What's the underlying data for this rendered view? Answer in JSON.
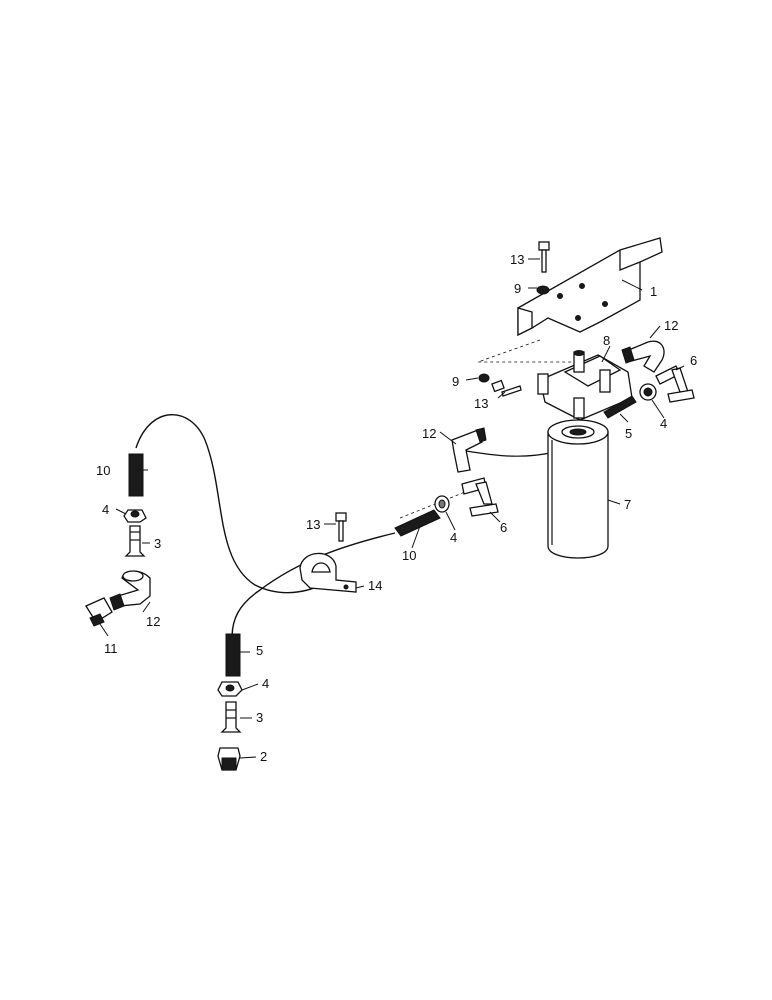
{
  "callouts": {
    "c1": "1",
    "c2": "2",
    "c3a": "3",
    "c3b": "3",
    "c4a": "4",
    "c4b": "4",
    "c4c": "4",
    "c4d": "4",
    "c5a": "5",
    "c5b": "5",
    "c6a": "6",
    "c6b": "6",
    "c7": "7",
    "c8": "8",
    "c9a": "9",
    "c9b": "9",
    "c10a": "10",
    "c10b": "10",
    "c11": "11",
    "c12a": "12",
    "c12b": "12",
    "c12c": "12",
    "c13a": "13",
    "c13b": "13",
    "c13c": "13",
    "c14": "14"
  }
}
